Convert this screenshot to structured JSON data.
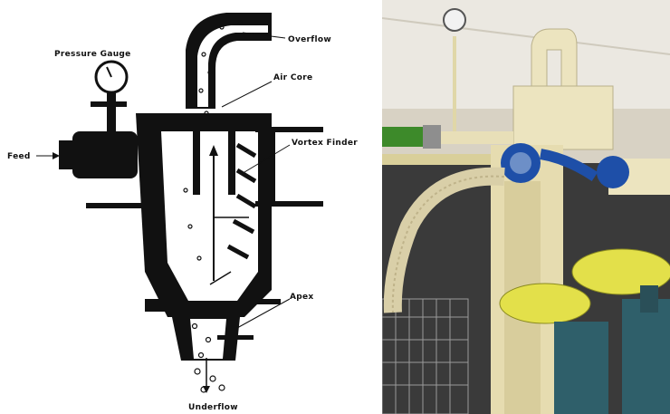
{
  "diagram": {
    "labels": {
      "overflow": "Overflow",
      "pressure_gauge": "Pressure Gauge",
      "air_core": "Air Core",
      "vortex_finder": "Vortex Finder",
      "feed": "Feed",
      "apex": "Apex",
      "underflow": "Underflow"
    }
  },
  "colors": {
    "body": "#111111",
    "pipe_cream": "#ece4bf",
    "hose": "#d9cfa8",
    "green_pipe": "#3d8a2a",
    "blue_valve": "#1e4fa8",
    "yellow_guard": "#e3e04a",
    "machine_teal": "#2f5f6a"
  }
}
